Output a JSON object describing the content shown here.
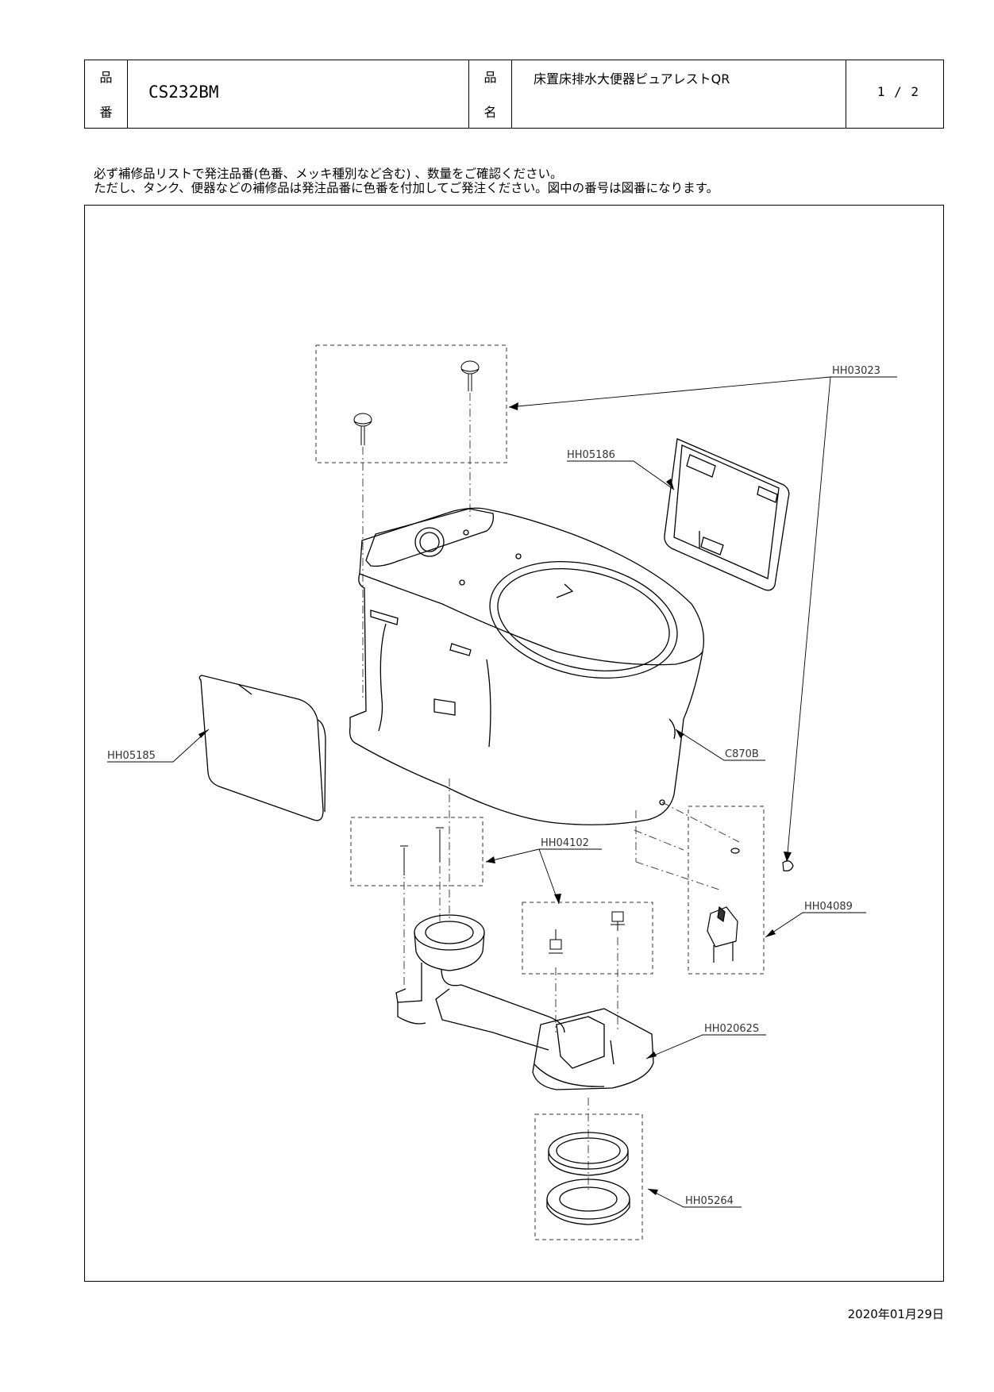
{
  "header": {
    "part_number_label_top": "品",
    "part_number_label_bottom": "番",
    "part_number": "CS232BM",
    "product_name_label_top": "品",
    "product_name_label_bottom": "名",
    "product_name": "床置床排水大便器ピュアレストQR",
    "page": "1 / 2"
  },
  "notes": [
    "必ず補修品リストで発注品番(色番、メッキ種別など含む) 、数量をご確認ください。",
    "ただし、タンク、便器などの補修品は発注品番に色番を付加してご発注ください。図中の番号は図番になります。"
  ],
  "diagram": {
    "labels": {
      "hh03023": "HH03023",
      "hh05186": "HH05186",
      "hh05185": "HH05185",
      "c870b": "C870B",
      "hh04102": "HH04102",
      "hh04089": "HH04089",
      "hh02062s": "HH02062S",
      "hh05264": "HH05264"
    }
  },
  "footer": {
    "date": "2020年01月29日"
  }
}
